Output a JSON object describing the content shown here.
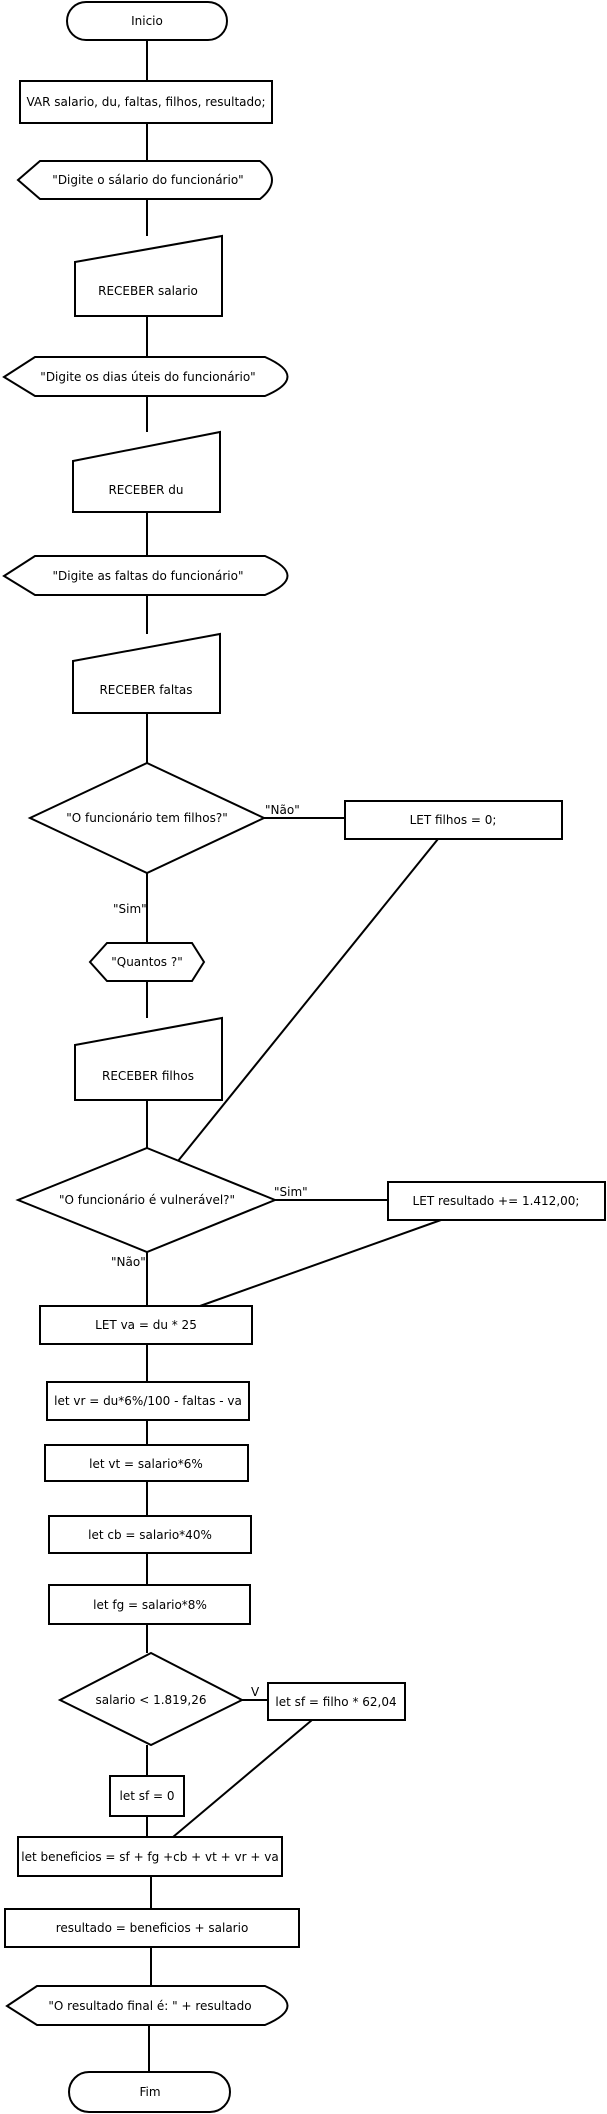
{
  "nodes": {
    "inicio": "Inicio",
    "var_decl": "VAR salario, du, faltas, filhos, resultado;",
    "msg_salario": "\"Digite o sálario do funcionário\"",
    "receber_salario": "RECEBER salario",
    "msg_du": "\"Digite os dias úteis do funcionário\"",
    "receber_du": "RECEBER du",
    "msg_faltas": "\"Digite as faltas do funcionário\"",
    "receber_faltas": "RECEBER faltas",
    "q_filhos": "\"O funcionário tem filhos?\"",
    "let_filhos": "LET filhos = 0;",
    "msg_quantos": "\"Quantos ?\"",
    "receber_filhos": "RECEBER filhos",
    "q_vulneravel": "\"O funcionário é vulnerável?\"",
    "let_resultado": "LET resultado += 1.412,00;",
    "let_va": "LET va = du * 25",
    "let_vr": "let vr = du*6%/100 - faltas - va",
    "let_vt": "let vt = salario*6%",
    "let_cb": "let cb = salario*40%",
    "let_fg": "let fg = salario*8%",
    "q_salario": "salario < 1.819,26",
    "let_sf_filho": "let sf = filho * 62,04",
    "let_sf_zero": "let sf = 0",
    "let_beneficios": "let beneficios = sf + fg +cb + vt + vr + va",
    "resultado_calc": "resultado = beneficios + salario",
    "msg_resultado": "\"O resultado final é: \" + resultado",
    "fim": "Fim"
  },
  "edge_labels": {
    "filhos_nao": "\"Não\"",
    "filhos_sim": "\"Sim\"",
    "vulneravel_sim": "\"Sim\"",
    "vulneravel_nao": "\"Não\"",
    "salario_v": "V"
  }
}
